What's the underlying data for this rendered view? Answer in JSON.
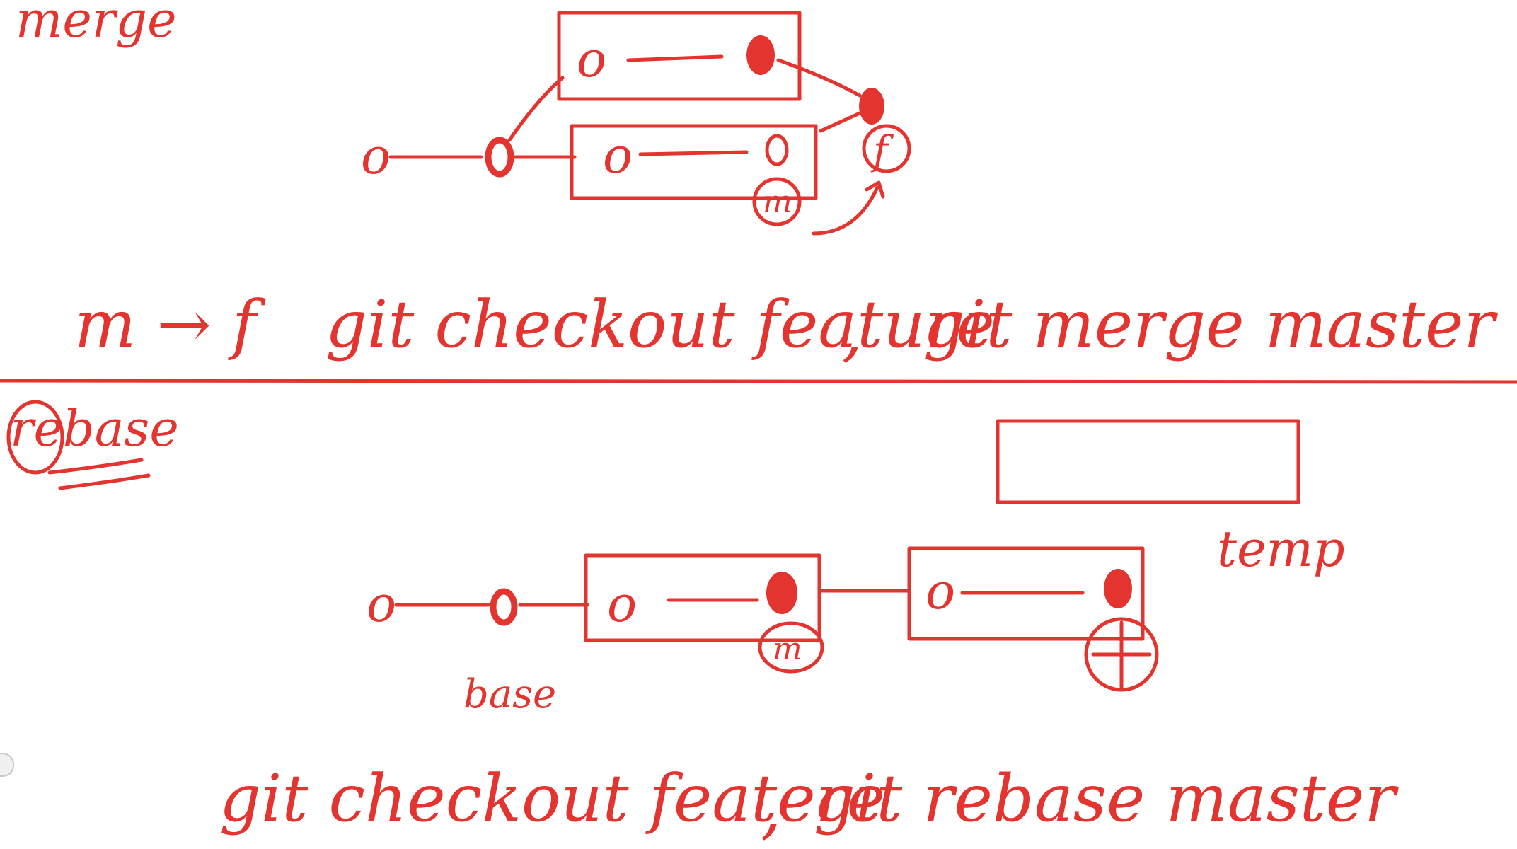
{
  "merge": {
    "heading": "merge",
    "node_o": "o",
    "label_m": "m",
    "label_f": "f",
    "caption_left": "m → f",
    "caption_cmd1": "git checkout feature",
    "caption_cmd2": "git merge master"
  },
  "rebase": {
    "heading": "rebase",
    "node_o": "o",
    "label_m": "m",
    "label_base": "base",
    "label_temp": "temp",
    "caption_cmd1": "git checkout featere",
    "caption_cmd2": "git rebase master"
  },
  "colors": {
    "ink": "#e3342f",
    "background": "#ffffff"
  }
}
